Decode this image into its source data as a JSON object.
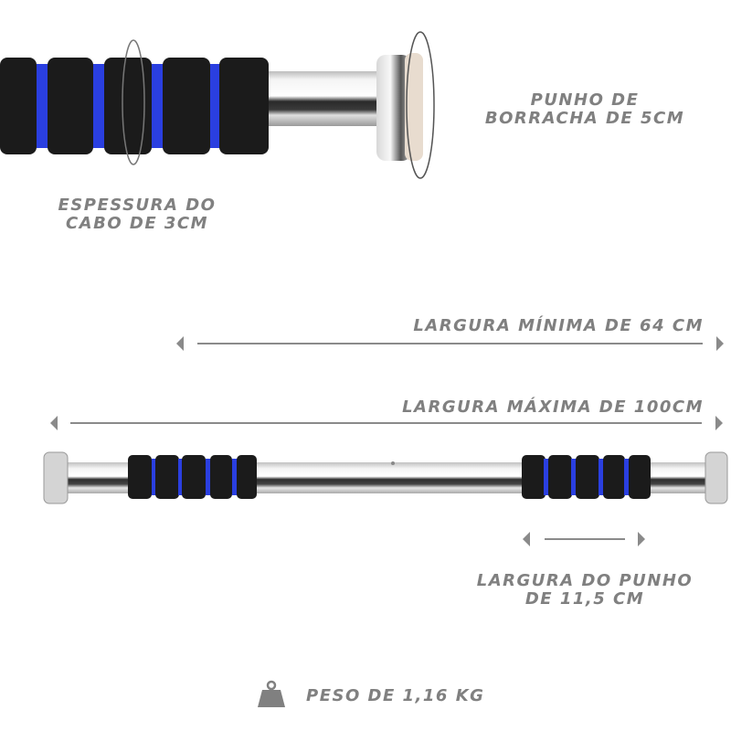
{
  "colors": {
    "label_text": "#808080",
    "arrow": "#8a8a8a",
    "foam_black": "#1a1a1a",
    "foam_blue": "#2233dd",
    "chrome_light": "#e8e8e8",
    "chrome_dark": "#333333"
  },
  "annotations": {
    "grip_rubber": {
      "line1": "PUNHO DE",
      "line2": "BORRACHA DE 5CM"
    },
    "bar_thickness": {
      "line1": "ESPESSURA DO",
      "line2": "CABO DE 3CM"
    },
    "min_width": "LARGURA MÍNIMA DE 64 CM",
    "max_width": "LARGURA MÁXIMA DE 100CM",
    "grip_width": {
      "line1": "LARGURA DO PUNHO",
      "line2": "DE 11,5 CM"
    },
    "weight": "PESO DE 1,16 KG"
  },
  "icons": {
    "weight": "weight-icon",
    "arrow_left": "arrow-left-icon",
    "arrow_right": "arrow-right-icon"
  }
}
